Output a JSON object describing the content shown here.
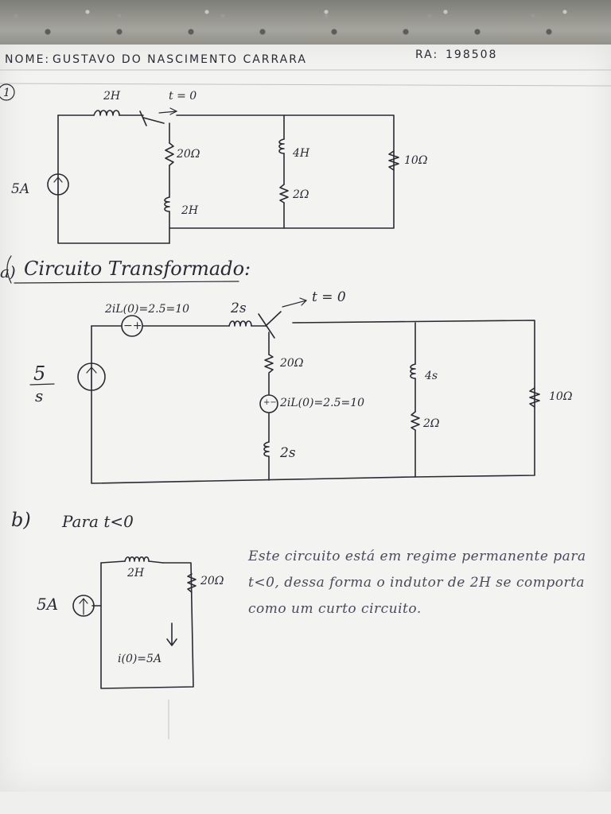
{
  "header": {
    "name_label": "NOME:",
    "name_value": "GUSTAVO DO NASCIMENTO CARRARA",
    "ra_label": "RA:",
    "ra_value": "198508"
  },
  "problem1": {
    "number": "1",
    "source_label": "5A",
    "inductor_top": "2H",
    "switch_label": "t = 0",
    "resistor_20": "20Ω",
    "inductor_2h": "2H",
    "inductor_4h": "4H",
    "resistor_2": "2Ω",
    "resistor_10": "10Ω"
  },
  "part_a": {
    "marker": "a)",
    "title": "Circuito Transformado:",
    "source_num": "5",
    "source_den": "s",
    "dep_source_top": "2iL(0)=2.5=10",
    "dep_source_top_sign": "−+",
    "inductor_2s_top": "2s",
    "switch_label": "t = 0",
    "resistor_20": "20Ω",
    "dep_source_mid": "2iL(0)=2.5=10",
    "dep_source_mid_sign": "+−",
    "inductor_2s_bottom": "2s",
    "inductor_4s": "4s",
    "resistor_2": "2Ω",
    "resistor_10": "10Ω"
  },
  "part_b": {
    "marker": "b)",
    "title": "Para t<0",
    "source_label": "5A",
    "inductor": "2H",
    "resistor": "20Ω",
    "current_label": "i(0)=5A",
    "explanation": "Este circuito está em regime permanente para t<0, dessa forma o indutor de 2H se comporta como um curto circuito."
  }
}
